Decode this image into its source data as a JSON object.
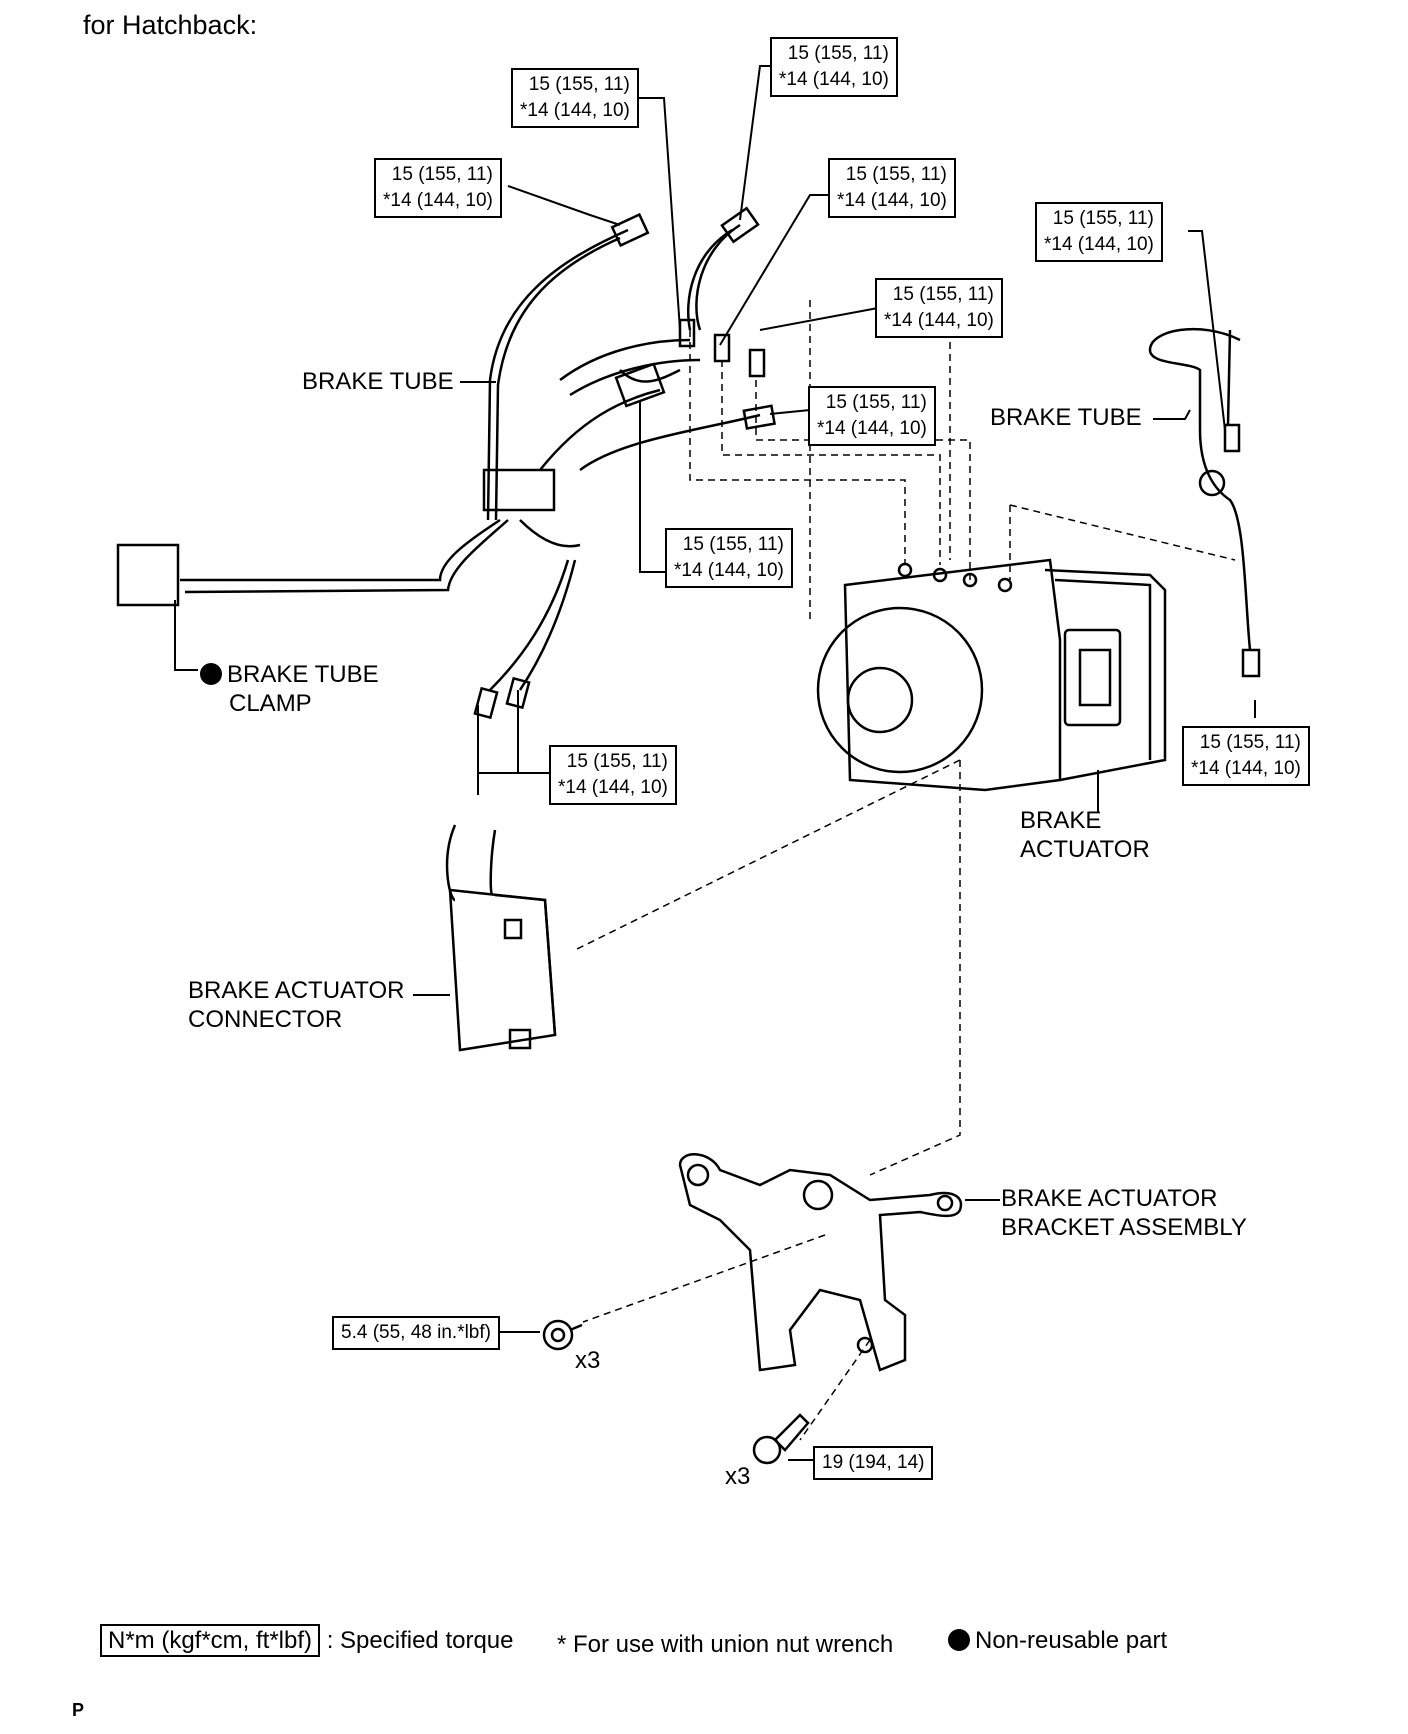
{
  "title": "for Hatchback:",
  "torque_values": {
    "std": "15 (155, 11)",
    "union": "*14 (144, 10)",
    "bracket_bolt": "5.4 (55, 48 in.*lbf)",
    "bracket_nut": "19 (194, 14)",
    "quantity": "x3"
  },
  "labels": {
    "brake_tube": "BRAKE TUBE",
    "brake_tube_clamp": [
      "BRAKE TUBE",
      "CLAMP"
    ],
    "brake_actuator": [
      "BRAKE",
      "ACTUATOR"
    ],
    "brake_actuator_connector": [
      "BRAKE ACTUATOR",
      "CONNECTOR"
    ],
    "brake_actuator_bracket": [
      "BRAKE ACTUATOR",
      "BRACKET ASSEMBLY"
    ]
  },
  "legend": {
    "torque_unit": "N*m (kgf*cm, ft*lbf)",
    "torque_text": ": Specified torque",
    "union_text": "* For use with union nut wrench",
    "nonreusable_text": "Non-reusable part"
  },
  "footer_mark": "P"
}
